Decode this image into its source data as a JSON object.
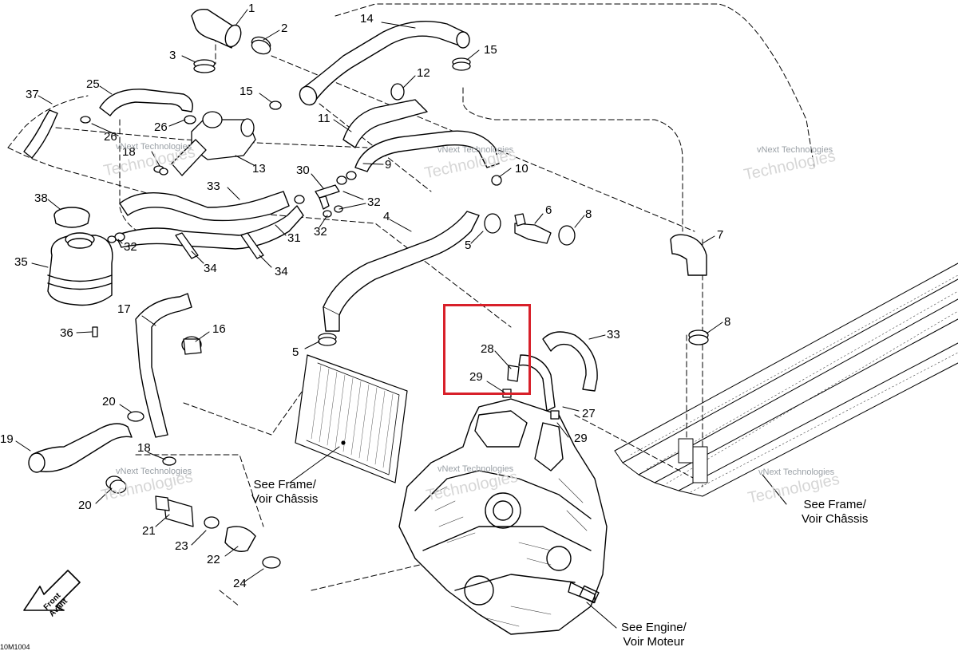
{
  "diagram": {
    "callouts": [
      {
        "id": "c1",
        "text": "1"
      },
      {
        "id": "c2",
        "text": "2"
      },
      {
        "id": "c3",
        "text": "3"
      },
      {
        "id": "c4",
        "text": "4"
      },
      {
        "id": "c5a",
        "text": "5"
      },
      {
        "id": "c5b",
        "text": "5"
      },
      {
        "id": "c6",
        "text": "6"
      },
      {
        "id": "c7",
        "text": "7"
      },
      {
        "id": "c8a",
        "text": "8"
      },
      {
        "id": "c8b",
        "text": "8"
      },
      {
        "id": "c9",
        "text": "9"
      },
      {
        "id": "c10",
        "text": "10"
      },
      {
        "id": "c11",
        "text": "11"
      },
      {
        "id": "c12",
        "text": "12"
      },
      {
        "id": "c13",
        "text": "13"
      },
      {
        "id": "c14",
        "text": "14"
      },
      {
        "id": "c15a",
        "text": "15"
      },
      {
        "id": "c15b",
        "text": "15"
      },
      {
        "id": "c16",
        "text": "16"
      },
      {
        "id": "c17",
        "text": "17"
      },
      {
        "id": "c18a",
        "text": "18"
      },
      {
        "id": "c18b",
        "text": "18"
      },
      {
        "id": "c19",
        "text": "19"
      },
      {
        "id": "c20a",
        "text": "20"
      },
      {
        "id": "c20b",
        "text": "20"
      },
      {
        "id": "c21",
        "text": "21"
      },
      {
        "id": "c22",
        "text": "22"
      },
      {
        "id": "c23",
        "text": "23"
      },
      {
        "id": "c24",
        "text": "24"
      },
      {
        "id": "c25",
        "text": "25"
      },
      {
        "id": "c26",
        "text": "26"
      },
      {
        "id": "c26b",
        "text": "26"
      },
      {
        "id": "c27",
        "text": "27"
      },
      {
        "id": "c28",
        "text": "28"
      },
      {
        "id": "c29a",
        "text": "29"
      },
      {
        "id": "c29b",
        "text": "29"
      },
      {
        "id": "c30",
        "text": "30"
      },
      {
        "id": "c31",
        "text": "31"
      },
      {
        "id": "c32a",
        "text": "32"
      },
      {
        "id": "c32b",
        "text": "32"
      },
      {
        "id": "c32c",
        "text": "32"
      },
      {
        "id": "c33a",
        "text": "33"
      },
      {
        "id": "c33b",
        "text": "33"
      },
      {
        "id": "c34a",
        "text": "34"
      },
      {
        "id": "c34b",
        "text": "34"
      },
      {
        "id": "c35",
        "text": "35"
      },
      {
        "id": "c36",
        "text": "36"
      },
      {
        "id": "c37",
        "text": "37"
      },
      {
        "id": "c38",
        "text": "38"
      }
    ],
    "notes": {
      "frame_left": "See Frame/\nVoir Châssis",
      "frame_right": "See Frame/\nVoir Châssis",
      "engine": "See Engine/\nVoir Moteur"
    },
    "front_label": "Front\nAvant",
    "reference_code": "10M1004",
    "watermark": {
      "small": "vNext Technologies",
      "large": "Technologies"
    },
    "highlight_color": "#d8202a"
  }
}
